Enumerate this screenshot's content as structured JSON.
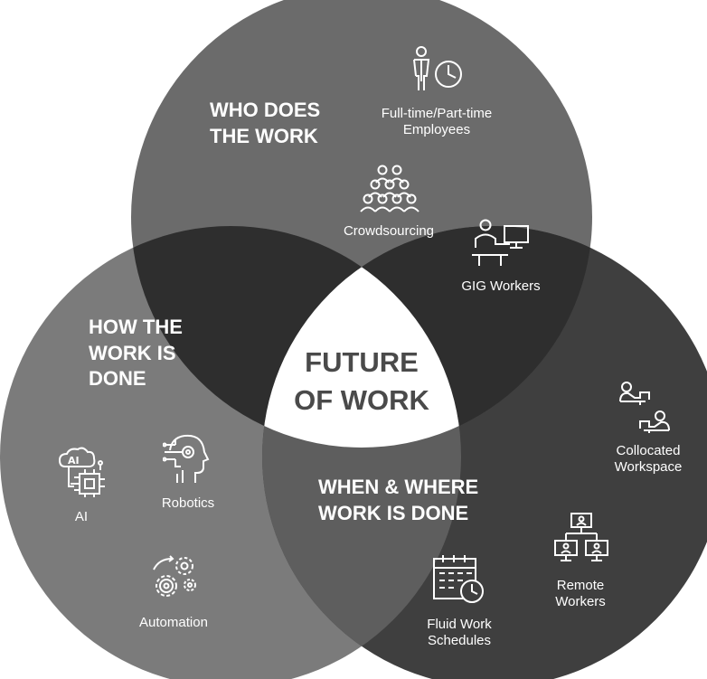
{
  "center": {
    "line1": "FUTURE",
    "line2": "OF WORK"
  },
  "top": {
    "heading": [
      "WHO DOES",
      "THE WORK"
    ],
    "items": [
      {
        "label": [
          "Full-time/Part-time",
          "Employees"
        ],
        "icon": "person-clock-icon"
      },
      {
        "label": [
          "Crowdsourcing"
        ],
        "icon": "crowd-icon"
      },
      {
        "label": [
          "GIG Workers"
        ],
        "icon": "person-computer-icon"
      }
    ]
  },
  "left": {
    "heading": [
      "HOW THE",
      "WORK IS",
      "DONE"
    ],
    "items": [
      {
        "label": [
          "AI"
        ],
        "icon": "ai-chip-icon"
      },
      {
        "label": [
          "Robotics"
        ],
        "icon": "robot-head-icon"
      },
      {
        "label": [
          "Automation"
        ],
        "icon": "gears-icon"
      }
    ]
  },
  "right": {
    "heading": [
      "WHEN & WHERE",
      "WORK IS DONE"
    ],
    "items": [
      {
        "label": [
          "Collocated",
          "Workspace"
        ],
        "icon": "desk-workers-icon"
      },
      {
        "label": [
          "Remote",
          "Workers"
        ],
        "icon": "remote-network-icon"
      },
      {
        "label": [
          "Fluid Work",
          "Schedules"
        ],
        "icon": "calendar-clock-icon"
      }
    ]
  },
  "colors": {
    "top_circle": "#6b6b6b",
    "left_circle": "#7b7b7b",
    "right_circle": "#3f3f3f",
    "overlap_dark": "#2e2e2e",
    "overlap_mid": "#5e5e5e",
    "center_fill": "#ffffff",
    "text": "#ffffff",
    "center_text": "#4a4a4a"
  }
}
